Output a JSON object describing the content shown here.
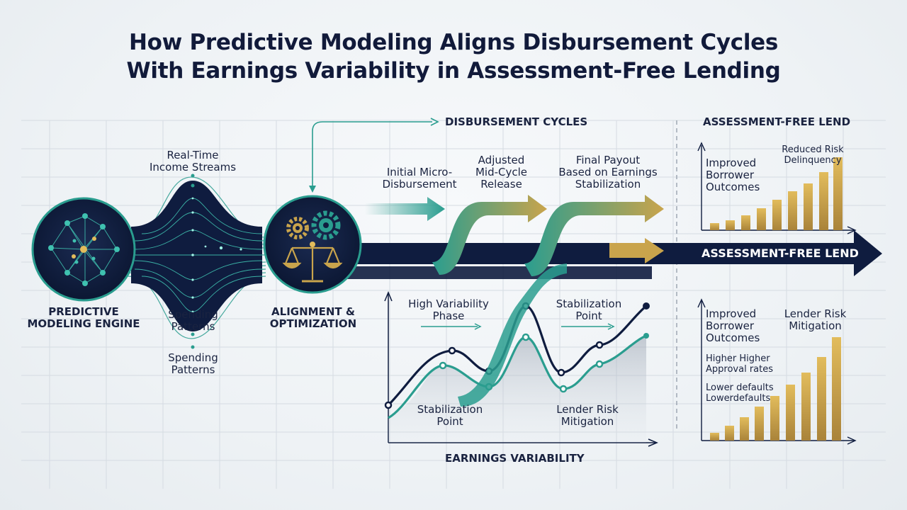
{
  "title": {
    "line1": "How Predictive Modeling Aligns Disbursement Cycles",
    "line2": "With Earnings Variability in Assessment-Free Lending"
  },
  "engine": {
    "line1": "PREDICTIVE",
    "line2": "MODELING ENGINE"
  },
  "alignment": {
    "line1": "ALIGNMENT &",
    "line2": "OPTIMIZATION"
  },
  "inputs": {
    "top": {
      "line1": "Real-Time",
      "line2": "Income Streams"
    },
    "mid": {
      "line1": "Spending",
      "line2": "Patterns"
    },
    "bottom": {
      "line1": "Spending",
      "line2": "Patterns"
    }
  },
  "cycles": {
    "header": "DISBURSEMENT CYCLES",
    "stage1": {
      "line1": "Initial Micro-",
      "line2": "Disbursement"
    },
    "stage2": {
      "line1": "Adjusted",
      "line2": "Mid-Cycle",
      "line3": "Release"
    },
    "stage3": {
      "line1": "Final Payout",
      "line2": "Based on Earnings",
      "line3": "Stabilization"
    }
  },
  "main_arrow_label": "ASSESSMENT-FREE LEND",
  "variability": {
    "xlabel": "EARNINGS VARIABILITY",
    "high_phase": {
      "line1": "High Variability",
      "line2": "Phase"
    },
    "stab_top": {
      "line1": "Stabilization",
      "line2": "Point"
    },
    "stab_bottom": {
      "line1": "Stabilization",
      "line2": "Point"
    },
    "lender": {
      "line1": "Lender Risk",
      "line2": "Mitigation"
    }
  },
  "top_panel": {
    "header": "ASSESSMENT-FREE LEND",
    "improved": {
      "line1": "Improved",
      "line2": "Borrower",
      "line3": "Outcomes"
    },
    "reduced": {
      "line1": "Reduced Risk",
      "line2": "Delinquency"
    }
  },
  "bottom_panel": {
    "improved": {
      "line1": "Improved",
      "line2": "Borrower",
      "line3": "Outcomes"
    },
    "lender": {
      "line1": "Lender Risk",
      "line2": "Mitigation"
    },
    "higher": {
      "line1": "Higher Higher",
      "line2": "Approval rates"
    },
    "lower": {
      "line1": "Lower defaults",
      "line2": "Lowerdefaults"
    }
  },
  "colors": {
    "navy": "#0f1c3f",
    "teal": "#2a9d8f",
    "gold": "#c9a44c",
    "grid": "#d9dfe6"
  }
}
